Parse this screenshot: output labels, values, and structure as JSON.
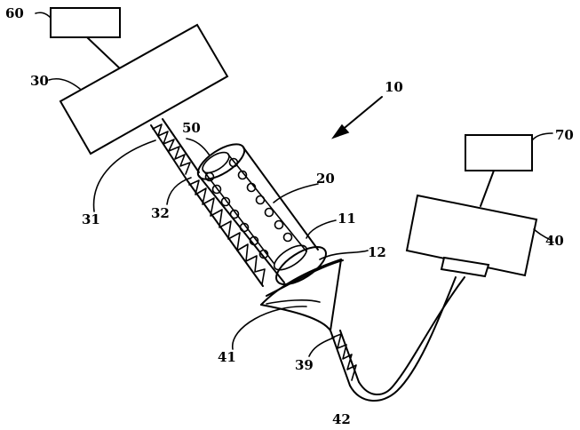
{
  "labels": {
    "l60": "60",
    "l30": "30",
    "l10": "10",
    "l50": "50",
    "l70": "70",
    "l20": "20",
    "l11": "11",
    "l12": "12",
    "l40": "40",
    "l31": "31",
    "l32": "32",
    "l41": "41",
    "l39": "39",
    "l42": "42"
  }
}
